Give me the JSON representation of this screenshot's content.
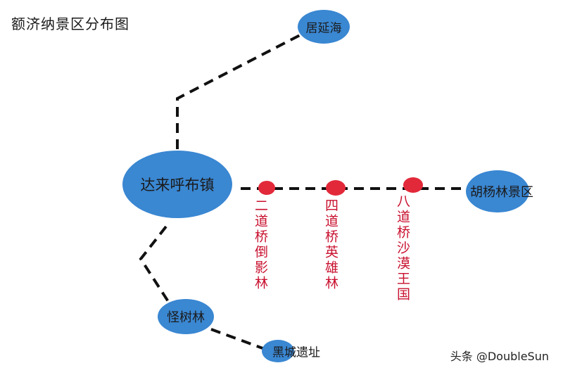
{
  "title": "额济纳景区分布图",
  "nodes": {
    "juyanhai": "居延海",
    "dalaihubu": "达来呼布镇",
    "huyanglin": "胡杨林景区",
    "guaishulin": "怪树林",
    "heicheng": "黑城遗址"
  },
  "stops": {
    "erdaoqiao": "二道桥倒影林",
    "sidaoqiao": "四道桥英雄林",
    "badaoqiao": "八道桥沙漠王国"
  },
  "watermark": "头条 @DoubleSun",
  "colors": {
    "node_blue": "#3a87d2",
    "stop_red": "#e2293a",
    "route": "#111111"
  }
}
